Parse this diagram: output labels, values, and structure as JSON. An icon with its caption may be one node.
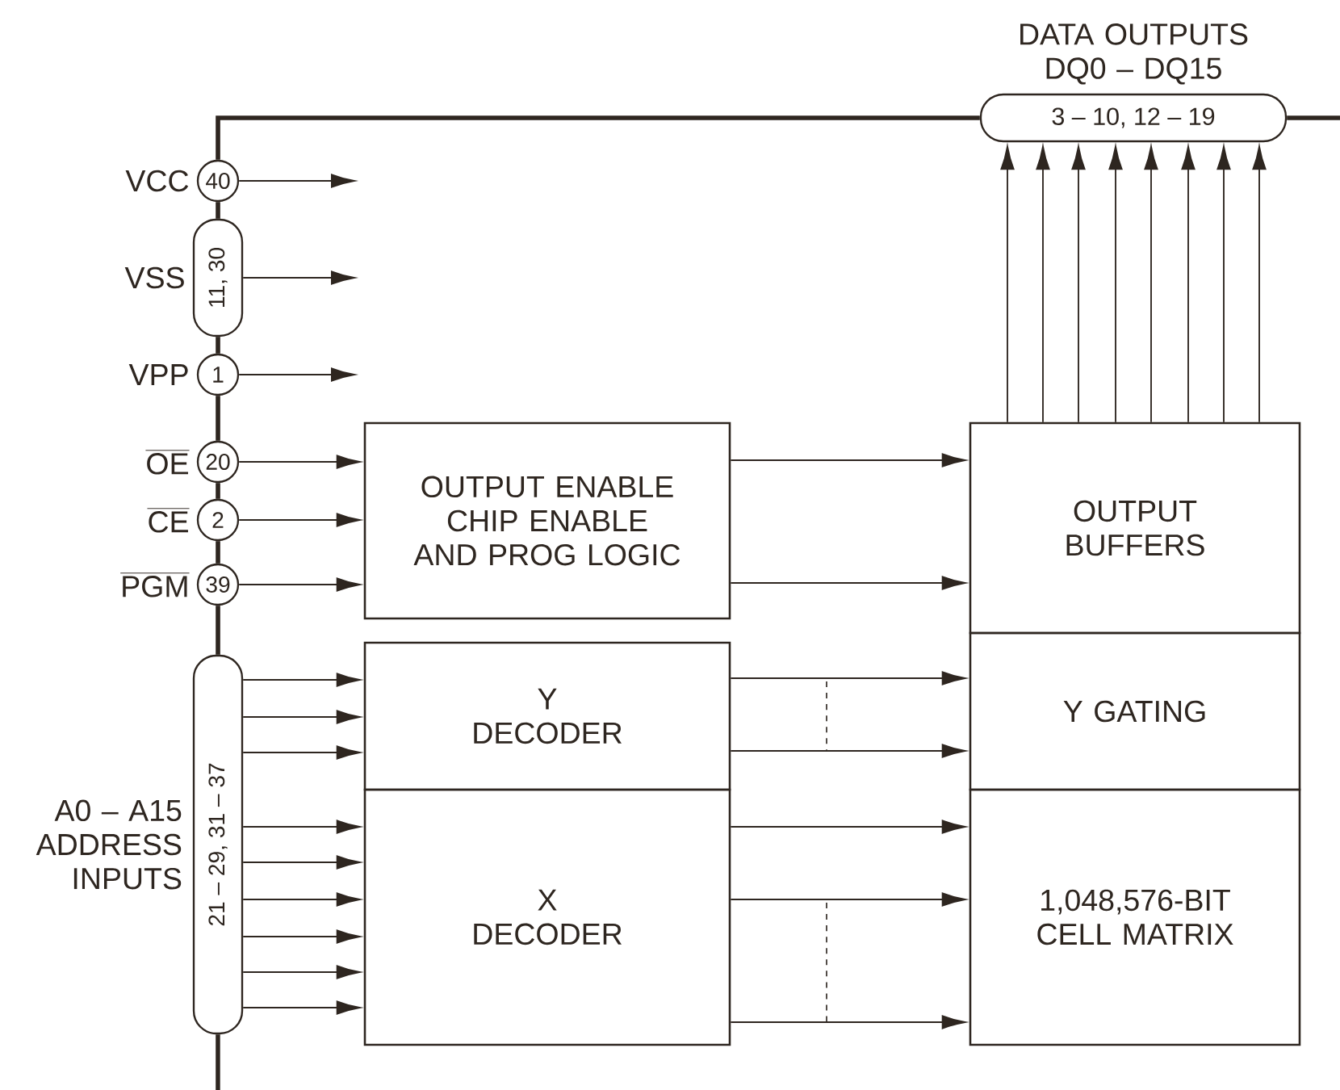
{
  "diagram": {
    "nodes": [
      {
        "text": [
          "40"
        ],
        "beside": [
          "VCC"
        ]
      },
      {
        "text": [
          "11, 30"
        ],
        "beside": [
          "VSS"
        ]
      },
      {
        "text": [
          "1"
        ],
        "beside": [
          "VPP"
        ]
      },
      {
        "text": [
          "20"
        ],
        "beside": [
          "OE"
        ]
      },
      {
        "text": [
          "2"
        ],
        "beside": [
          "CE"
        ]
      },
      {
        "text": [
          "39"
        ],
        "beside": [
          "PGM"
        ]
      },
      {
        "text": [
          "21 – 29, 31 – 37"
        ],
        "beside": [
          "A0 – A15 ADDRESS INPUTS"
        ]
      },
      {
        "text": [
          "3 – 10, 12 – 19"
        ],
        "beside": [
          "DATA OUTPUTS DQ0 – DQ15"
        ]
      },
      {
        "text": [
          "OUTPUT ENABLE CHIP ENABLE AND PROG LOGIC"
        ]
      },
      {
        "text": [
          "Y DECODER"
        ]
      },
      {
        "text": [
          "X DECODER"
        ]
      },
      {
        "text": [
          "OUTPUT BUFFERS"
        ]
      },
      {
        "text": [
          "Y GATING"
        ]
      },
      {
        "text": [
          "1,048,576-BIT CELL MATRIX"
        ]
      }
    ],
    "edges": [
      {
        "from": 0,
        "to": 7,
        "arrow": "none",
        "style": "thick"
      },
      {
        "from": 7,
        "to": null,
        "arrow": "none",
        "style": "thick"
      },
      {
        "from": 0,
        "to": 1,
        "arrow": "none",
        "style": "thick"
      },
      {
        "from": 1,
        "to": 2,
        "arrow": "none",
        "style": "thick"
      },
      {
        "from": 2,
        "to": 3,
        "arrow": "none",
        "style": "thick"
      },
      {
        "from": 3,
        "to": 4,
        "arrow": "none",
        "style": "thick"
      },
      {
        "from": 4,
        "to": 5,
        "arrow": "none",
        "style": "thick"
      },
      {
        "from": 5,
        "to": 6,
        "arrow": "none",
        "style": "thick"
      },
      {
        "from": 6,
        "to": null,
        "arrow": "none",
        "style": "thick"
      },
      {
        "from": 0,
        "to": null,
        "arrow": "to"
      },
      {
        "from": 1,
        "to": null,
        "arrow": "to"
      },
      {
        "from": 2,
        "to": null,
        "arrow": "to"
      },
      {
        "from": 3,
        "to": 8,
        "arrow": "to"
      },
      {
        "from": 4,
        "to": 8,
        "arrow": "to"
      },
      {
        "from": 5,
        "to": 8,
        "arrow": "to"
      },
      {
        "from": 6,
        "to": 9,
        "arrow": "to"
      },
      {
        "from": 6,
        "to": 9,
        "arrow": "to"
      },
      {
        "from": 6,
        "to": 9,
        "arrow": "to"
      },
      {
        "from": 6,
        "to": 10,
        "arrow": "to"
      },
      {
        "from": 6,
        "to": 10,
        "arrow": "to"
      },
      {
        "from": 6,
        "to": 10,
        "arrow": "to"
      },
      {
        "from": 6,
        "to": 10,
        "arrow": "to"
      },
      {
        "from": 6,
        "to": 10,
        "arrow": "to"
      },
      {
        "from": 6,
        "to": 10,
        "arrow": "to"
      },
      {
        "from": 8,
        "to": 11,
        "arrow": "to"
      },
      {
        "from": 8,
        "to": 11,
        "arrow": "to"
      },
      {
        "from": 9,
        "to": 12,
        "arrow": "to"
      },
      {
        "from": 9,
        "to": 12,
        "arrow": "to"
      },
      {
        "from": 10,
        "to": 13,
        "arrow": "to"
      },
      {
        "from": 10,
        "to": 13,
        "arrow": "to"
      },
      {
        "from": 10,
        "to": 13,
        "arrow": "to"
      },
      {
        "from": 11,
        "to": 7,
        "arrow": "to"
      },
      {
        "from": 11,
        "to": 7,
        "arrow": "to"
      },
      {
        "from": 11,
        "to": 7,
        "arrow": "to"
      },
      {
        "from": 11,
        "to": 7,
        "arrow": "to"
      },
      {
        "from": 11,
        "to": 7,
        "arrow": "to"
      },
      {
        "from": 11,
        "to": 7,
        "arrow": "to"
      },
      {
        "from": 11,
        "to": 7,
        "arrow": "to"
      },
      {
        "from": 11,
        "to": 7,
        "arrow": "to"
      }
    ]
  }
}
